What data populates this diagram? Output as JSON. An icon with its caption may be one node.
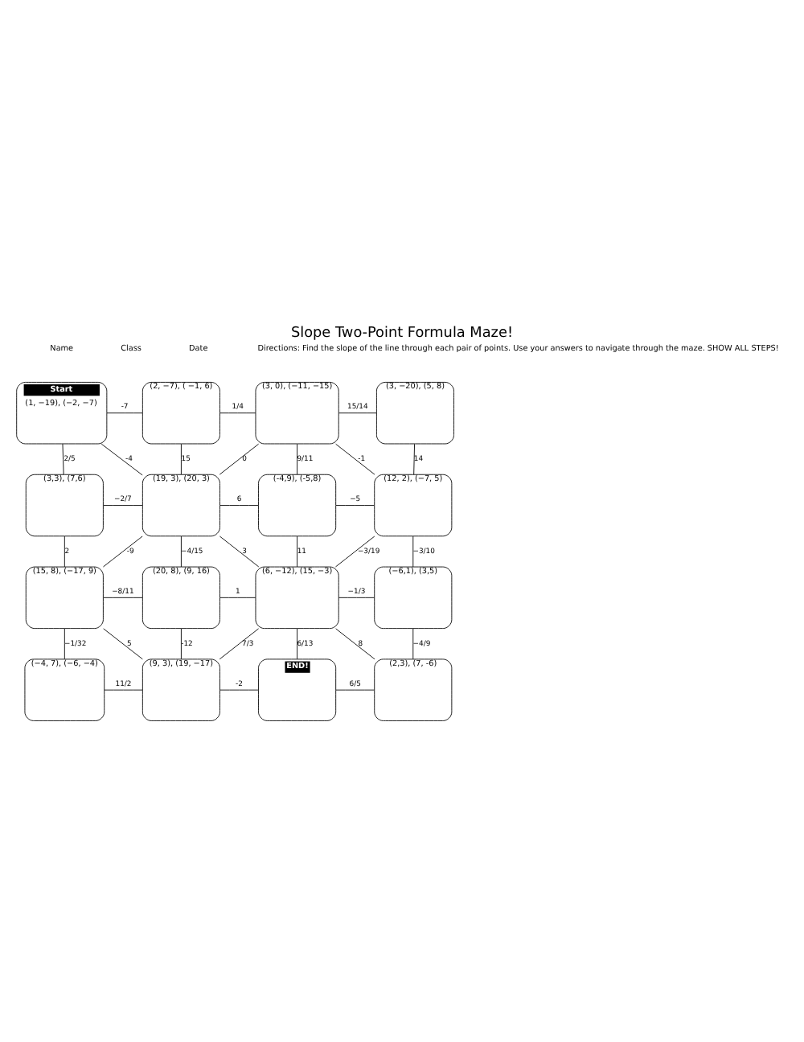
{
  "diagram": {
    "title": "Slope Two-Point Formula Maze!",
    "nodes": [
      {
        "text": [
          "Start",
          "(1, −19), (−2, −7)"
        ]
      },
      {
        "text": [
          "(2, −7), ( −1, 6)"
        ]
      },
      {
        "text": [
          "(3, 0), (−11, −15)"
        ]
      },
      {
        "text": [
          "(3, −20), (5, 8)"
        ]
      },
      {
        "text": [
          "(3,3), (7,6)"
        ]
      },
      {
        "text": [
          "(19, 3), (20, 3)"
        ]
      },
      {
        "text": [
          "(-4,9), (-5,8)"
        ]
      },
      {
        "text": [
          "(12, 2), (−7, 5)"
        ]
      },
      {
        "text": [
          "(15, 8), (−17, 9)"
        ]
      },
      {
        "text": [
          "(20, 8), (9, 16)"
        ]
      },
      {
        "text": [
          "(6, −12), (15, −3)"
        ]
      },
      {
        "text": [
          "(−6,1), (3,5)"
        ]
      },
      {
        "text": [
          "(−4, 7), (−6, −4)"
        ]
      },
      {
        "text": [
          "(9, 3), (19, −17)"
        ]
      },
      {
        "text": [
          "END!"
        ]
      },
      {
        "text": [
          "(2,3), (7, -6)"
        ]
      }
    ],
    "edges": [
      {
        "from": 0,
        "to": 1,
        "arrow": "none",
        "label": "-7"
      },
      {
        "from": 1,
        "to": 2,
        "arrow": "none",
        "label": "1/4"
      },
      {
        "from": 2,
        "to": 3,
        "arrow": "none",
        "label": "15/14"
      },
      {
        "from": 0,
        "to": 4,
        "arrow": "none",
        "label": "2/5"
      },
      {
        "from": 0,
        "to": 5,
        "arrow": "none",
        "label": "-4"
      },
      {
        "from": 1,
        "to": 5,
        "arrow": "none",
        "label": "15"
      },
      {
        "from": 2,
        "to": 5,
        "arrow": "none",
        "label": "0"
      },
      {
        "from": 2,
        "to": 6,
        "arrow": "none",
        "label": "9/11"
      },
      {
        "from": 2,
        "to": 7,
        "arrow": "none",
        "label": "-1"
      },
      {
        "from": 3,
        "to": 7,
        "arrow": "none",
        "label": "14"
      },
      {
        "from": 4,
        "to": 5,
        "arrow": "none",
        "label": "−2/7"
      },
      {
        "from": 5,
        "to": 6,
        "arrow": "none",
        "label": "6"
      },
      {
        "from": 6,
        "to": 7,
        "arrow": "none",
        "label": "−5"
      },
      {
        "from": 4,
        "to": 8,
        "arrow": "none",
        "label": "2"
      },
      {
        "from": 5,
        "to": 8,
        "arrow": "none",
        "label": "-9"
      },
      {
        "from": 5,
        "to": 9,
        "arrow": "none",
        "label": "−4/15"
      },
      {
        "from": 5,
        "to": 10,
        "arrow": "none",
        "label": "3"
      },
      {
        "from": 6,
        "to": 10,
        "arrow": "none",
        "label": "11"
      },
      {
        "from": 7,
        "to": 10,
        "arrow": "none",
        "label": "−3/19"
      },
      {
        "from": 7,
        "to": 11,
        "arrow": "none",
        "label": "−3/10"
      },
      {
        "from": 8,
        "to": 9,
        "arrow": "none",
        "label": "−8/11"
      },
      {
        "from": 9,
        "to": 10,
        "arrow": "none",
        "label": "1"
      },
      {
        "from": 10,
        "to": 11,
        "arrow": "none",
        "label": "−1/3"
      },
      {
        "from": 8,
        "to": 12,
        "arrow": "none",
        "label": "−1/32"
      },
      {
        "from": 8,
        "to": 13,
        "arrow": "none",
        "label": "5"
      },
      {
        "from": 9,
        "to": 13,
        "arrow": "none",
        "label": "-12"
      },
      {
        "from": 10,
        "to": 13,
        "arrow": "none",
        "label": "7/3"
      },
      {
        "from": 10,
        "to": 14,
        "arrow": "none",
        "label": "6/13"
      },
      {
        "from": 10,
        "to": 15,
        "arrow": "none",
        "label": "8"
      },
      {
        "from": 11,
        "to": 15,
        "arrow": "none",
        "label": "−4/9"
      },
      {
        "from": 12,
        "to": 13,
        "arrow": "none",
        "label": "11/2"
      },
      {
        "from": 13,
        "to": 14,
        "arrow": "none",
        "label": "-2"
      },
      {
        "from": 14,
        "to": 15,
        "arrow": "none",
        "label": "6/5"
      }
    ],
    "labels": [
      "Name",
      "Class",
      "Date",
      "Directions: Find the slope of the line through each pair of points. Use your answers to navigate through the maze. SHOW ALL STEPS!"
    ]
  }
}
